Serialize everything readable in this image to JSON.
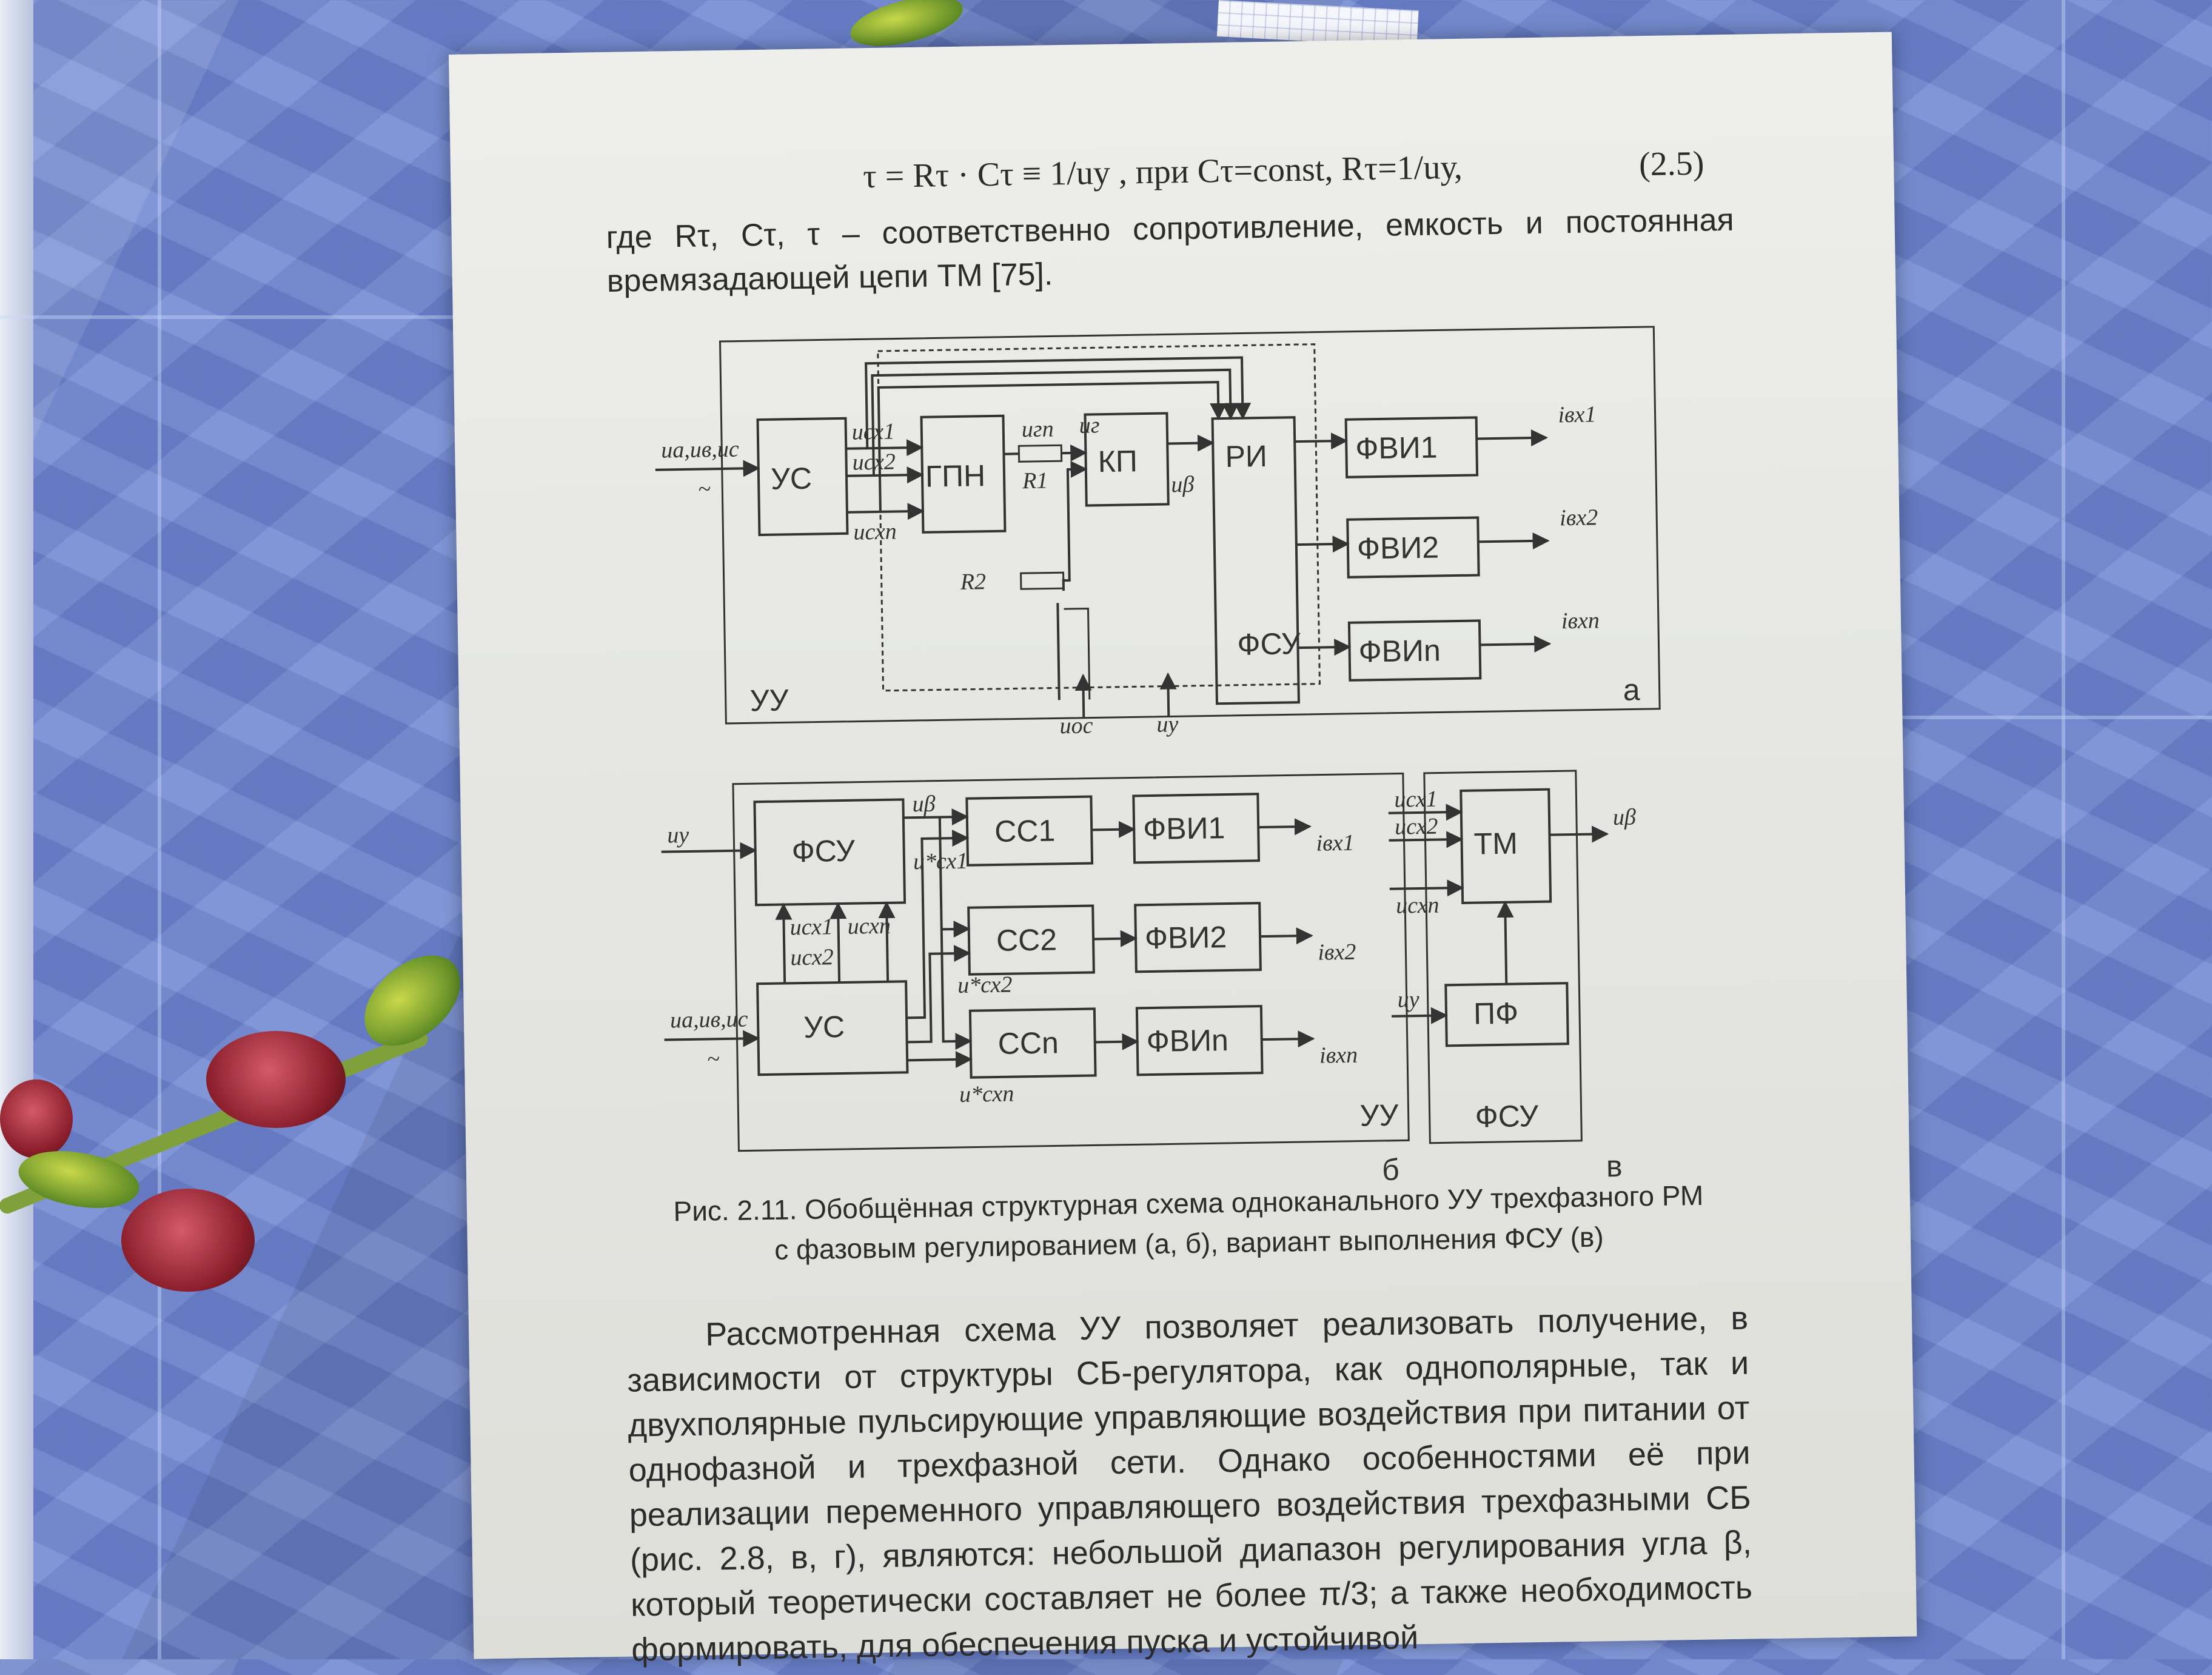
{
  "text": {
    "formula": "τ = Rτ · Cτ ≡ 1/uу , при Cτ=const, Rτ=1/uу,",
    "equation_number": "(2.5)",
    "intro_paragraph": "где Rτ, Cτ, τ – соответственно сопротивление, емкость и постоянная времязадающей цепи ТМ [75].",
    "caption_line1": "Рис. 2.11. Обобщённая структурная схема одноканального УУ трехфазного РМ",
    "caption_line2": "с фазовым регулированием (а, б), вариант выполнения ФСУ (в)",
    "body_paragraph": "Рассмотренная схема УУ позволяет реализовать получение, в зависимости от структуры СБ-регулятора, как однополярные, так и двухполярные пульсирующие управляющие воздействия при питании от однофазной и трехфазной сети. Однако особенностями её при реализации переменного управляющего воздействия трехфазными СБ (рис. 2.8, в, г), являются: небольшой диапазон регулирования угла β, который теоретически составляет не более π/3; а также необходимость формировать, для обеспечения пуска и устойчивой"
  },
  "diagram_a": {
    "input": "ua,uв,uс",
    "tilde": "~",
    "blocks": [
      "УС",
      "ГПН",
      "КП",
      "РИ",
      "ФВИ1",
      "ФВИ2",
      "ФВИn"
    ],
    "signals": [
      "uсх1",
      "uсх2",
      "uсхn",
      "uгп",
      "R1",
      "R2",
      "uг",
      "uβ",
      "uос",
      "uу",
      "iвх1",
      "iвх2",
      "iвхn"
    ],
    "group_labels": [
      "ФСУ",
      "УУ"
    ],
    "panel_letter": "а"
  },
  "diagram_b": {
    "input_top": "uу",
    "input_bottom": "ua,uв,uс",
    "tilde": "~",
    "blocks": [
      "ФСУ",
      "УС",
      "СС1",
      "СС2",
      "ССn",
      "ФВИ1",
      "ФВИ2",
      "ФВИn"
    ],
    "signals": [
      "uβ",
      "u*сх1",
      "u*сх2",
      "u*схn",
      "uсх1",
      "uсх2",
      "uсхn",
      "iвх1",
      "iвх2",
      "iвхn"
    ],
    "group_label": "УУ",
    "panel_letter": "б"
  },
  "diagram_c": {
    "blocks": [
      "ТМ",
      "ПФ"
    ],
    "signals": [
      "uсх1",
      "uсх2",
      "uсхn",
      "uβ",
      "uу"
    ],
    "group_label": "ФСУ",
    "panel_letter": "в"
  }
}
